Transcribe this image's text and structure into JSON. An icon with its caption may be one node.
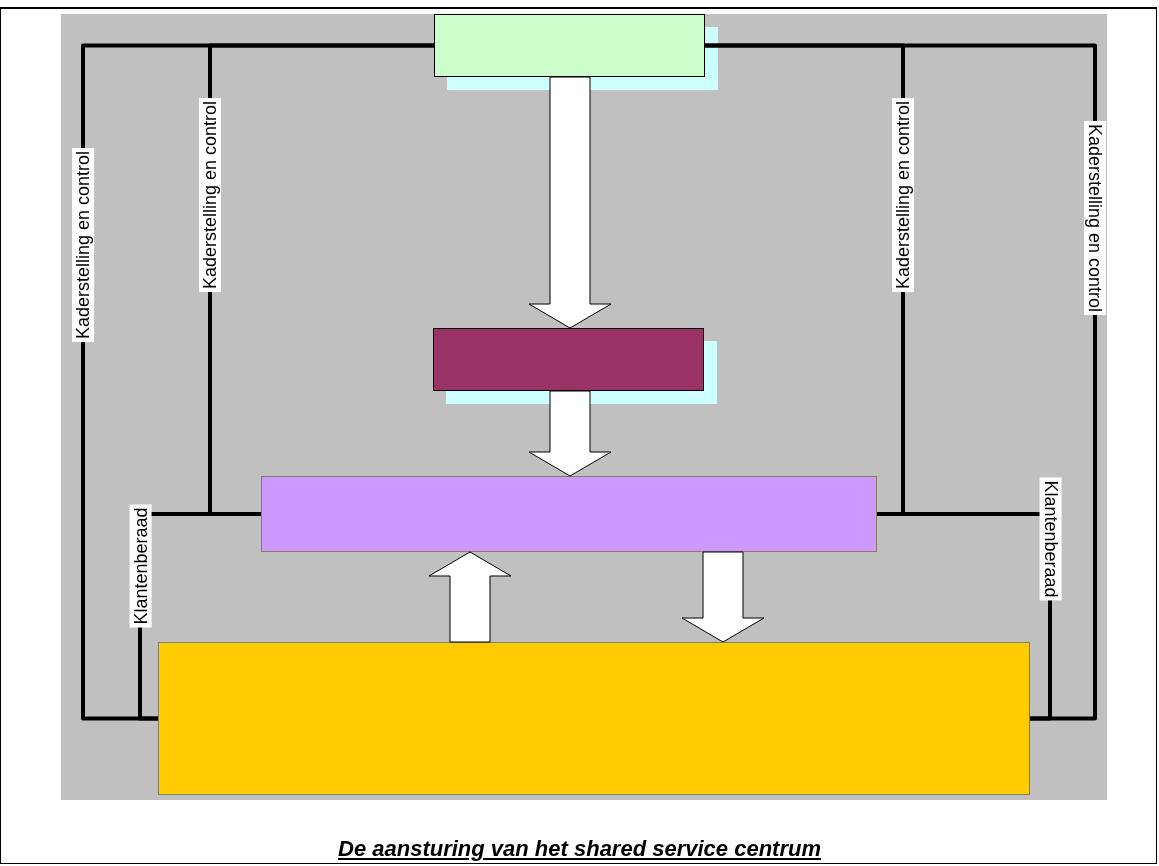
{
  "diagram": {
    "caption": "De aansturing van het shared service centrum",
    "nodes": [
      {
        "text": [],
        "shape": "box"
      },
      {
        "text": [],
        "shape": "box"
      },
      {
        "text": [],
        "shape": "box"
      },
      {
        "text": [],
        "shape": "box"
      }
    ],
    "edges": [
      {
        "from": 0,
        "to": 3,
        "arrow": "none",
        "label": "Kaderstelling en control"
      },
      {
        "from": 0,
        "to": 2,
        "arrow": "none",
        "label": "Kaderstelling en control"
      },
      {
        "from": 2,
        "to": 3,
        "arrow": "none",
        "label": "Klantenberaad"
      },
      {
        "from": 0,
        "to": 3,
        "arrow": "none",
        "label": "Kaderstelling en control"
      },
      {
        "from": 0,
        "to": 2,
        "arrow": "none",
        "label": "Kaderstelling en control"
      },
      {
        "from": 2,
        "to": 3,
        "arrow": "none",
        "label": "Klantenberaad"
      },
      {
        "from": 0,
        "to": 1,
        "arrow": "to",
        "style": "thick",
        "color": "#ffffff"
      },
      {
        "from": 1,
        "to": 2,
        "arrow": "to",
        "style": "thick",
        "color": "#ffffff"
      },
      {
        "from": 3,
        "to": 2,
        "arrow": "to",
        "style": "thick",
        "color": "#ffffff"
      },
      {
        "from": 2,
        "to": 3,
        "arrow": "to",
        "style": "thick",
        "color": "#ffffff"
      }
    ]
  }
}
